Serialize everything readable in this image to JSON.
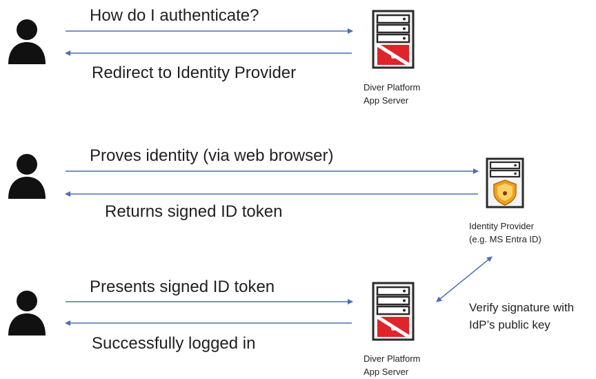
{
  "rows": [
    {
      "request": "How do I authenticate?",
      "response": "Redirect to Identity Provider",
      "server_caption": [
        "Diver Platform",
        "App Server"
      ]
    },
    {
      "request": "Proves identity (via web browser)",
      "response": "Returns signed ID token",
      "server_caption": [
        "Identity Provider",
        "(e.g. MS Entra ID)"
      ]
    },
    {
      "request": "Presents signed ID token",
      "response": "Successfully logged in",
      "server_caption": [
        "Diver Platform",
        "App Server"
      ]
    }
  ],
  "verify_note": [
    "Verify signature with",
    "IdP’s public key"
  ],
  "colors": {
    "arrow": "#4a6fb5",
    "user_icon": "#111111",
    "app_server_accent": "#e0242c",
    "idp_accent": "#f0a020"
  },
  "icons": {
    "user": "person-icon",
    "app_server": "server-icon",
    "identity_provider": "shield-server-icon"
  }
}
